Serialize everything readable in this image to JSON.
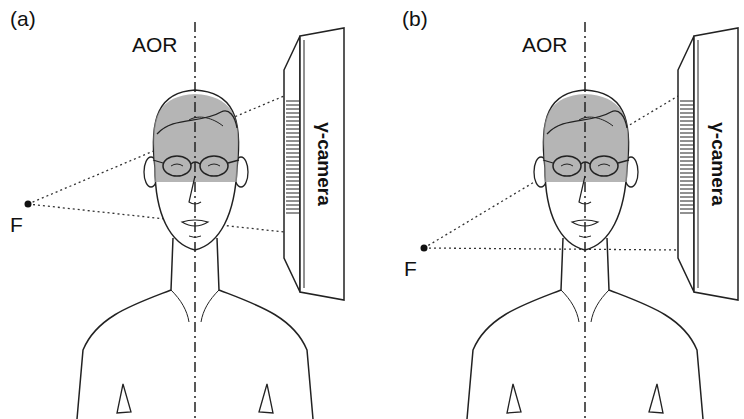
{
  "diagram": {
    "nodes": [
      {
        "text": [
          "γ-camera"
        ]
      },
      {
        "text": [
          "γ-camera"
        ]
      }
    ],
    "labels": [
      "(a)",
      "AOR",
      "F",
      "(b)",
      "AOR",
      "F"
    ]
  }
}
